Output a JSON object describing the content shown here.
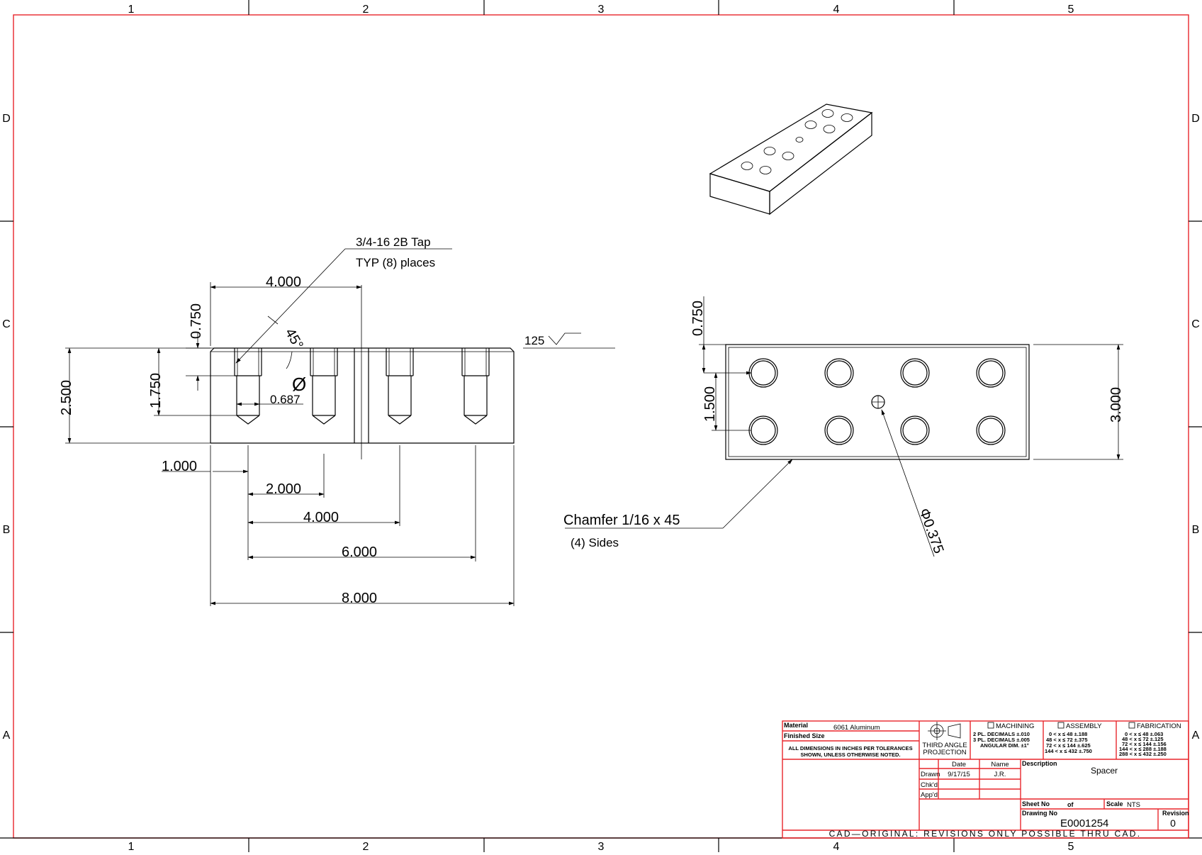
{
  "border": {
    "columns": [
      "1",
      "2",
      "3",
      "4",
      "5"
    ],
    "rows": [
      "D",
      "C",
      "B",
      "A"
    ]
  },
  "front_view": {
    "tap_note_line1": "3/4-16 2B Tap",
    "tap_note_line2": "TYP  (8)  places",
    "dim_top_length": "4.000",
    "dim_depth": "0.750",
    "dim_angle": "45°",
    "dim_diameter_symbol": "Ø",
    "dim_diameter": "0.687",
    "dim_tap_depth": "1.750",
    "dim_height": "2.500",
    "dim_edge": "1.000",
    "dim_pitch_1": "2.000",
    "dim_pitch_2": "4.000",
    "dim_pitch_3": "6.000",
    "dim_total": "8.000",
    "surface_finish": "125"
  },
  "top_view": {
    "dim_edge_offset": "0.750",
    "dim_row_spacing": "1.500",
    "dim_width": "3.000",
    "chamfer_line1": "Chamfer 1/16 x 45",
    "chamfer_line2": "(4)  Sides",
    "center_hole": "Φ0.375"
  },
  "title_block": {
    "material_label": "Material",
    "material_value": "6061 Aluminum",
    "finished_size_label": "Finished Size",
    "dims_note_1": "ALL DIMENSIONS IN INCHES PER TOLERANCES",
    "dims_note_2": "SHOWN, UNLESS OTHERWISE NOTED.",
    "projection_1": "THIRD ANGLE",
    "projection_2": "PROJECTION",
    "machining_label": "MACHINING",
    "machining_1": "2 PL. DECIMALS ±.010",
    "machining_2": "3 PL. DECIMALS ±.005",
    "machining_3": "ANGULAR DIM. ±1°",
    "assembly_label": "ASSEMBLY",
    "assembly_1": "0 < x ≤ 48 ±.188",
    "assembly_2": "48 < x ≤ 72 ±.375",
    "assembly_3": "72 < x ≤ 144 ±.625",
    "assembly_4": "144 < x ≤ 432 ±.750",
    "fabrication_label": "FABRICATION",
    "fabrication_1": "0 < x ≤ 48 ±.063",
    "fabrication_2": "48 < x ≤ 72 ±.125",
    "fabrication_3": "72 < x ≤ 144 ±.156",
    "fabrication_4": "144 < x ≤ 288 ±.188",
    "fabrication_5": "288 < x ≤ 432 ±.250",
    "date_label": "Date",
    "name_label": "Name",
    "drawn_label": "Drawn",
    "drawn_date": "9/17/15",
    "drawn_name": "J.R.",
    "chkd_label": "Chk'd",
    "appd_label": "App'd",
    "description_label": "Description",
    "description_value": "Spacer",
    "sheet_no_label": "Sheet No",
    "of_label": "of",
    "scale_label": "Scale",
    "scale_value": "NTS",
    "drawing_no_label": "Drawing No",
    "drawing_no_value": "E0001254",
    "revision_label": "Revision",
    "revision_value": "0",
    "cad_note": "CAD—ORIGINAL:  REVISIONS  ONLY  POSSIBLE  THRU  CAD."
  }
}
